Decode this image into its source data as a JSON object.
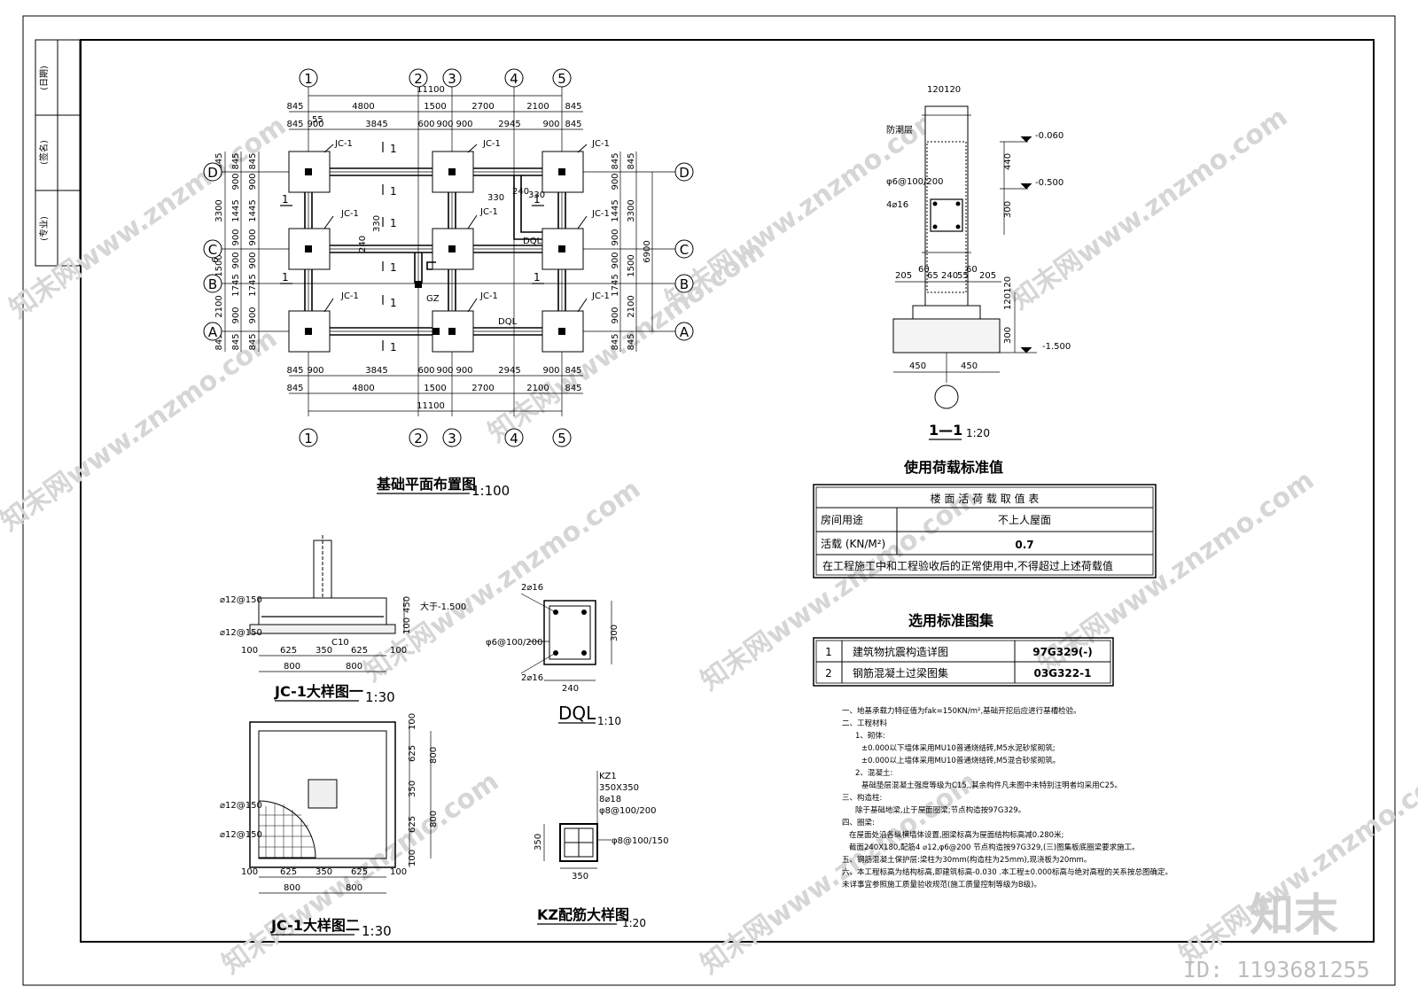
{
  "side_block": {
    "labels": [
      "(日期)",
      "(签名)",
      "(专业)"
    ]
  },
  "foundation_plan": {
    "title": "基础平面布置图",
    "scale": "1:100",
    "axes_x": [
      "1",
      "2",
      "3",
      "4",
      "5"
    ],
    "axes_y": [
      "D",
      "C",
      "B",
      "A"
    ],
    "total_width": "11100",
    "dims_outer": [
      "845",
      "4800",
      "1500",
      "2700",
      "2100",
      "845"
    ],
    "dims_inner": [
      "845",
      "900",
      "3845",
      "600",
      "900",
      "900",
      "2945",
      "900",
      "845"
    ],
    "left_dims_outer": [
      "845",
      "3300",
      "1500",
      "2100",
      "845"
    ],
    "left_dims_inner": [
      "845",
      "900",
      "1445",
      "900",
      "900",
      "1745",
      "900",
      "845"
    ],
    "total_height": "6900",
    "labels": {
      "footing": "JC-1",
      "beam": "DQL",
      "column": "GZ",
      "section": "1",
      "small_dims": [
        "55",
        "330",
        "240",
        "330",
        "240",
        "330"
      ]
    }
  },
  "section_1_1": {
    "title": "1—1",
    "scale": "1:20",
    "labels": [
      "防潮层",
      "φ6@100/200",
      "4⌀16"
    ],
    "elevations": [
      "-0.060",
      "-0.500",
      "-1.500"
    ],
    "v_dims": [
      "440",
      "300",
      "120120",
      "300"
    ],
    "h_dims_top": [
      "120120"
    ],
    "h_dims": [
      "205",
      "60",
      "65",
      "240",
      "55",
      "60",
      "205"
    ],
    "h_dims_bottom": [
      "450",
      "450"
    ]
  },
  "load_table": {
    "heading": "使用荷载标准值",
    "caption": "楼 面 活 荷 载 取 值 表",
    "rows": [
      {
        "label": "房间用途",
        "value": "不上人屋面"
      },
      {
        "label": "活载 (KN/M²)",
        "value": "0.7"
      }
    ],
    "note": "在工程施工中和工程验收后的正常使用中,不得超过上述荷载值"
  },
  "atlas_table": {
    "heading": "选用标准图集",
    "rows": [
      {
        "no": "1",
        "name": "建筑物抗震构造详图",
        "code": "97G329(-)"
      },
      {
        "no": "2",
        "name": "钢筋混凝土过梁图集",
        "code": "03G322-1"
      }
    ]
  },
  "notes": [
    "一、地基承载力特征值为fak=150KN/m²,基础开挖后应进行基槽检验。",
    "二、工程材料",
    "1、砌体:",
    "±0.000以下墙体采用MU10普通烧结砖,M5水泥砂浆砌筑;",
    "±0.000以上墙体采用MU10普通烧结砖,M5混合砂浆砌筑。",
    "2、混凝土:",
    "基础垫层混凝土强度等级为C15,,其余构件凡未图中未特别注明者均采用C25。",
    "三、构造柱:",
    "除于基础地梁,止于屋面圈梁;节点构造按97G329。",
    "四、圈梁:",
    "在屋面处沿各纵横墙体设置,圈梁标高为屋面结构标高减0.280米;",
    "截面240X180,配筋4 ⌀12,φ6@200 节点构造按97G329,(三)图集板底圈梁要求施工。",
    "五、钢筋混凝土保护层:梁柱为30mm(构造柱为25mm),现浇板为20mm。",
    "六、本工程标高为结构标高,即建筑标高-0.030 .本工程±0.000标高与绝对高程的关系按总图确定。",
    "未详事宜参照施工质量验收规范(施工质量控制等级为B级)。"
  ],
  "jc1_detail_one": {
    "title": "JC-1大样图一",
    "scale": "1:30",
    "rebar": [
      "⌀12@150",
      "⌀12@150"
    ],
    "v_dims": [
      "450",
      "100"
    ],
    "elev_note": "大于-1.500",
    "concrete": "C10",
    "dims_row1": [
      "100",
      "625",
      "350",
      "625",
      "100"
    ],
    "dims_row2": [
      "800",
      "800"
    ]
  },
  "jc1_detail_two": {
    "title": "JC-1大样图二",
    "scale": "1:30",
    "rebar": [
      "⌀12@150",
      "⌀12@150"
    ],
    "right_dims": [
      "100",
      "625",
      "350",
      "625",
      "100"
    ],
    "right_dims2": [
      "800",
      "800"
    ],
    "dims_row1": [
      "100",
      "625",
      "350",
      "625",
      "100"
    ],
    "dims_row2": [
      "800",
      "800"
    ]
  },
  "dql_detail": {
    "title": "DQL",
    "scale": "1:10",
    "top_bar": "2⌀16",
    "bottom_bar": "2⌀16",
    "stirrup": "φ6@100/200",
    "height": "300",
    "width": "240"
  },
  "kz_detail": {
    "title": "KZ配筋大样图",
    "scale": "1:20",
    "labels": [
      "KZ1",
      "350X350",
      "8⌀18",
      "φ8@100/200"
    ],
    "stirrup": "φ8@100/150",
    "height": "350",
    "width": "350"
  },
  "watermark": {
    "text": "知末网www.znzmo.com",
    "brand": "知末",
    "id": "ID: 1193681255"
  }
}
